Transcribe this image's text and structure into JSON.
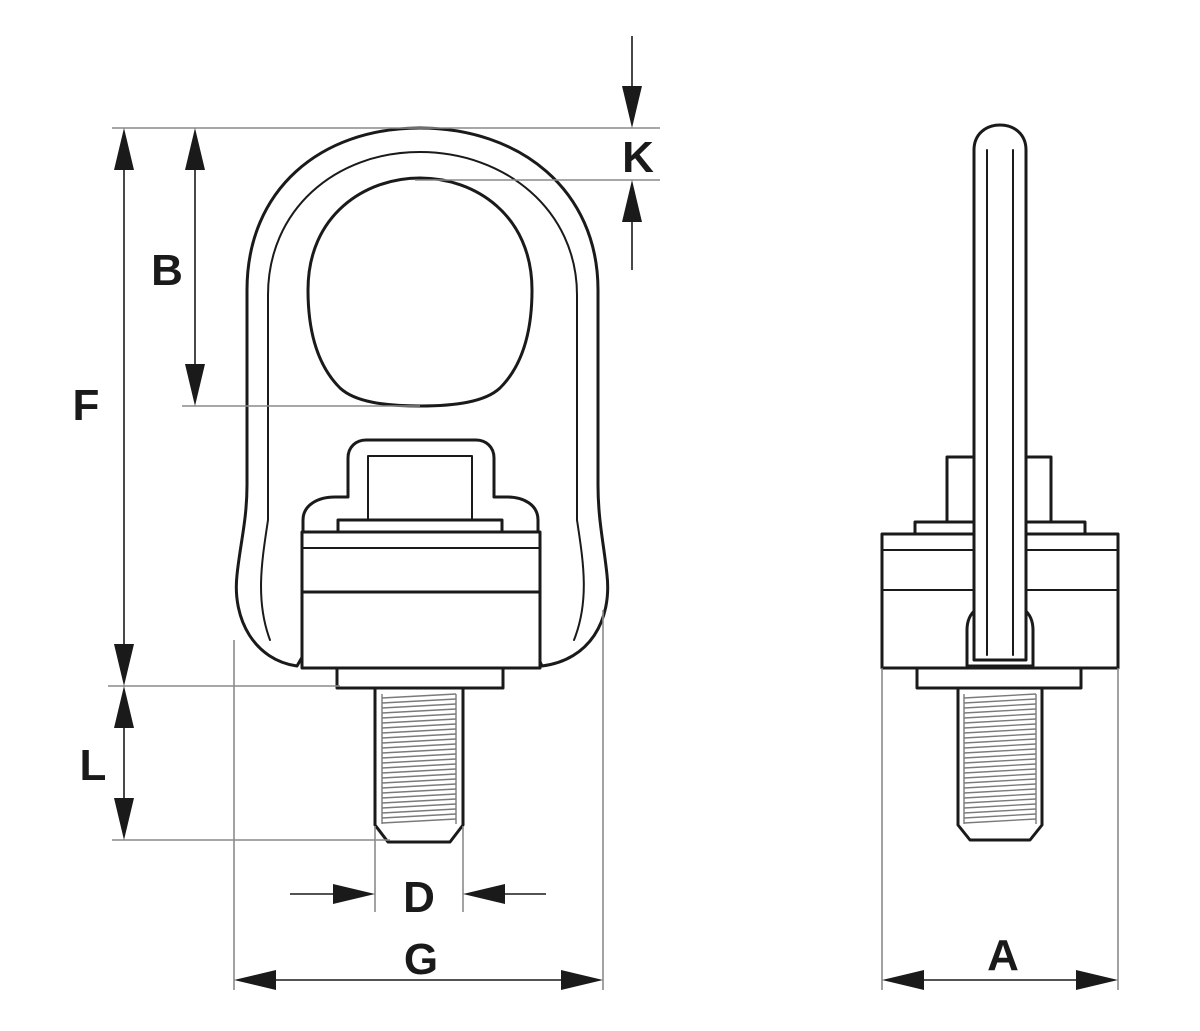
{
  "dimension_labels": {
    "k": "K",
    "b": "B",
    "f": "F",
    "l": "L",
    "d": "D",
    "g": "G",
    "a": "A"
  }
}
